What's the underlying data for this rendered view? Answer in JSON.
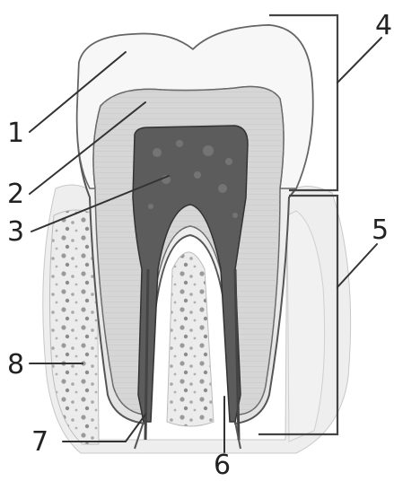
{
  "labels": {
    "n1": "1",
    "n2": "2",
    "n3": "3",
    "n4": "4",
    "n5": "5",
    "n6": "6",
    "n7": "7",
    "n8": "8"
  },
  "colors": {
    "enamel": "#f2f2f2",
    "dentin": "#cfcfcf",
    "pulp": "#5a5a5a",
    "bone": "#e6e6e6",
    "gum": "#e9e9e9",
    "outline": "#444444"
  }
}
